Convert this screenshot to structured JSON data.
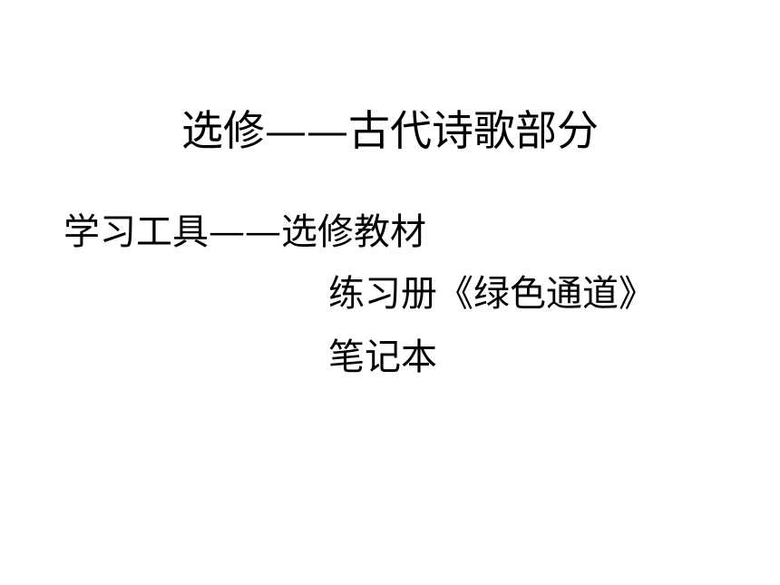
{
  "slide": {
    "title": "选修——古代诗歌部分",
    "lines": [
      "学习工具——选修教材",
      "练习册《绿色通道》",
      "笔记本"
    ]
  }
}
